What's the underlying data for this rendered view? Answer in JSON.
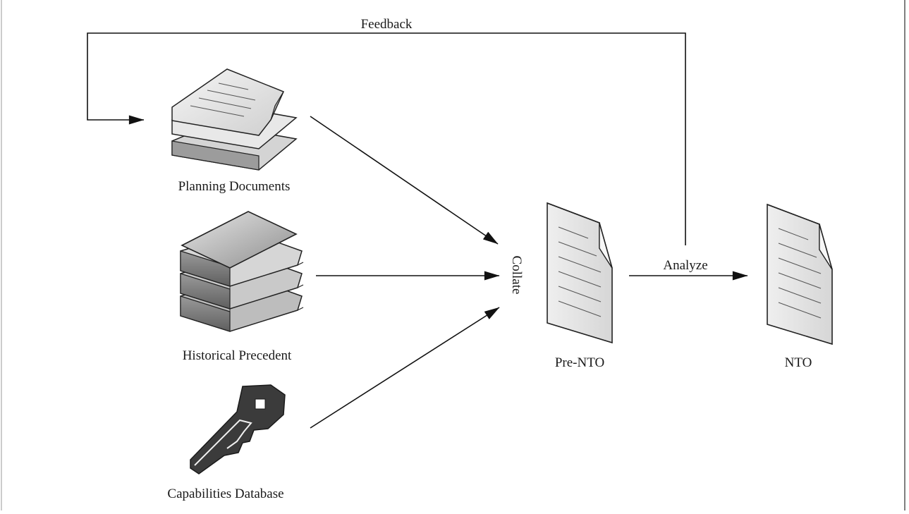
{
  "diagram": {
    "nodes": {
      "planning": {
        "label": "Planning Documents",
        "icon": "document-stack-icon"
      },
      "historical": {
        "label": "Historical Precedent",
        "icon": "book-stack-icon"
      },
      "capabilities": {
        "label": "Capabilities Database",
        "icon": "key-icon"
      },
      "pre_nto": {
        "label": "Pre-NTO",
        "icon": "document-icon"
      },
      "nto": {
        "label": "NTO",
        "icon": "document-icon"
      }
    },
    "edges": {
      "collate": "Collate",
      "analyze": "Analyze",
      "feedback": "Feedback"
    }
  }
}
